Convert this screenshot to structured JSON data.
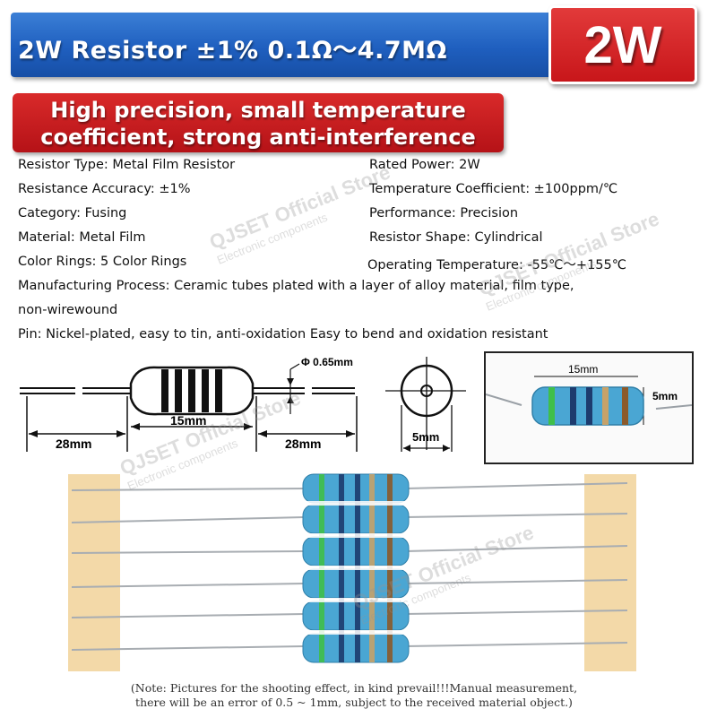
{
  "header": {
    "title": "2W Resistor ±1% 0.1Ω～4.7MΩ",
    "badge": "2W"
  },
  "banner": {
    "line1": "High precision, small temperature",
    "line2": "coefficient, strong anti-interference"
  },
  "specs": {
    "resistor_type": "Resistor Type: Metal Film Resistor",
    "rated_power": "Rated Power: 2W",
    "accuracy": "Resistance Accuracy: ±1%",
    "temp_coefficient": "Temperature Coefficient: ±100ppm/℃",
    "category": "Category: Fusing",
    "performance": "Performance: Precision",
    "material": "Material: Metal Film",
    "shape": "Resistor Shape: Cylindrical",
    "color_rings": "Color Rings: 5 Color Rings",
    "operating_temp": "Operating Temperature: -55℃～+155℃",
    "process_line1": "Manufacturing Process: Ceramic tubes plated with a layer of alloy material, film type,",
    "process_line2": "non-wirewound",
    "pin": "Pin: Nickel-plated, easy to tin, anti-oxidation Easy to bend and oxidation resistant"
  },
  "diagram": {
    "lead_diameter": "Φ 0.65mm",
    "body_length": "15mm",
    "lead_left": "28mm",
    "lead_right": "28mm",
    "body_diameter": "5mm",
    "photo_length": "15mm",
    "photo_diameter": "5mm"
  },
  "watermark": {
    "brand": "QJSET Official Store",
    "sub": "Electronic components"
  },
  "note": {
    "line1": "(Note: Pictures for the shooting effect, in kind prevail!!!Manual measurement,",
    "line2": "there will be an error of 0.5 ~ 1mm, subject to the received material object.)"
  },
  "colors": {
    "resistor_body": "#4aa6d3",
    "header": "#1f5fbf",
    "banner": "#c8161a",
    "tape": "#f3d9a8"
  }
}
